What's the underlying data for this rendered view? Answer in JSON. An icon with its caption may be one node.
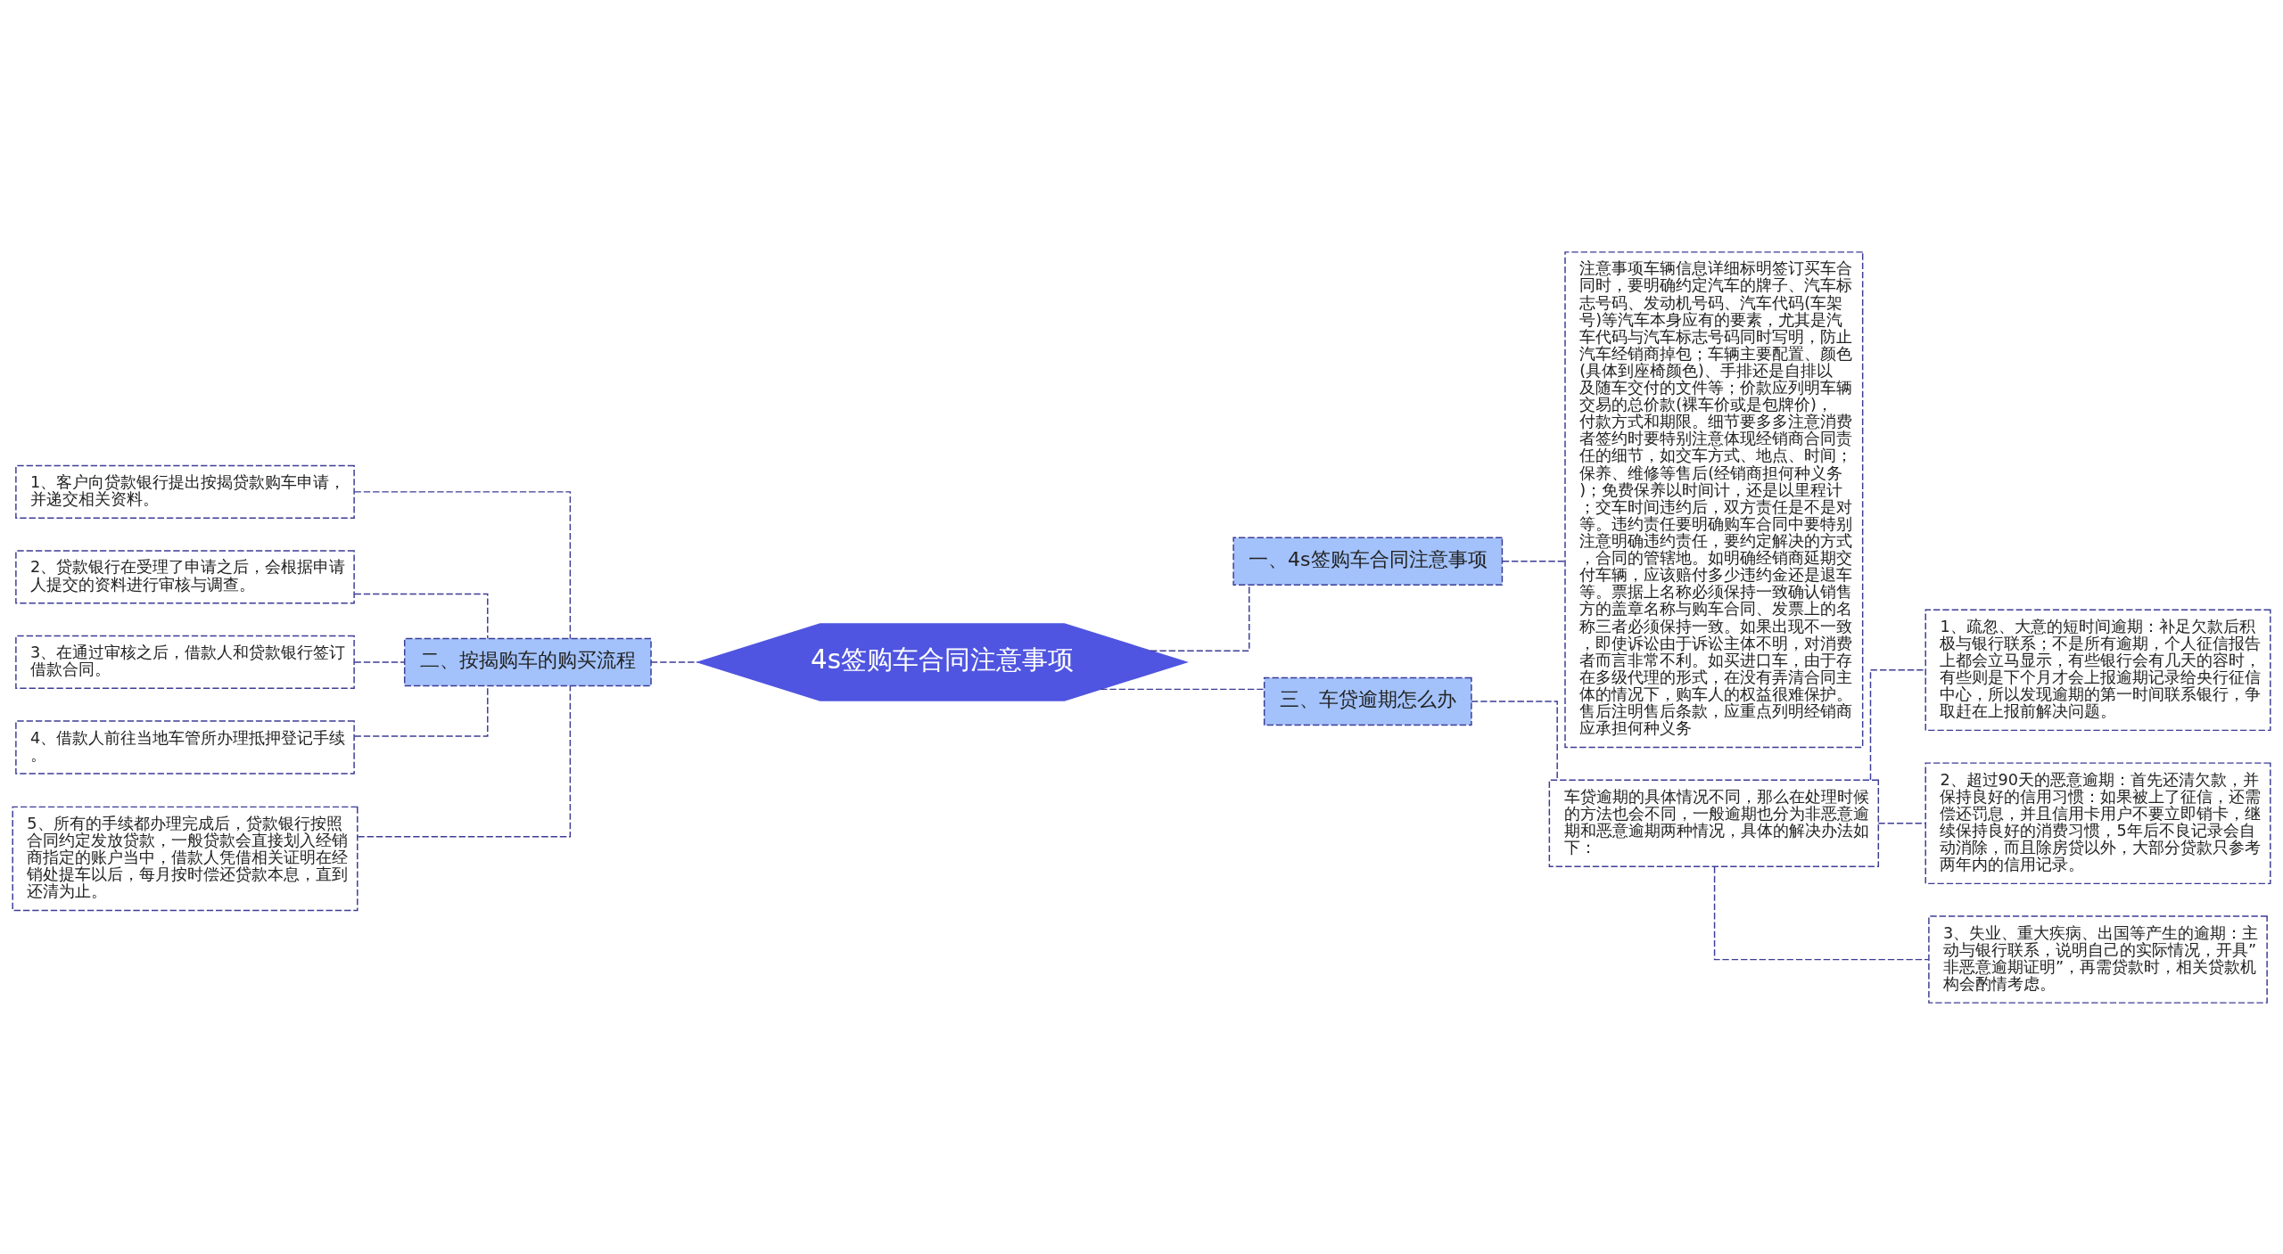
{
  "diagram": {
    "nodes": [
      {
        "text": [
          "4s签购车合同注意事项"
        ]
      },
      {
        "text": [
          "一、4s签购车合同注意事项"
        ]
      },
      {
        "text": [
          "注意事项车辆信息详细标明签订买车合同时，要明确约定汽车的牌子、汽车标志号码、发动机号码、汽车代码(车架号)等汽车本身应有的要素，尤其是汽车代码与汽车标志号码同时写明，防止汽车经销商掉包；车辆主要配置、颜色(具体到座椅颜色)、手排还是自排以及随车交付的文件等；价款应列明车辆交易的总价款(裸车价或是包牌价)，付款方式和期限。细节要多多注意消费者签约时要特别注意体现经销商合同责任的细节，如交车方式、地点、时间；保养、维修等售后(经销商担何种义务)；免费保养以时间计，还是以里程计；交车时间违约后，双方责任是不是对等。违约责任要明确购车合同中要特别注意明确违约责任，要约定解决的方式，合同的管辖地。如明确经销商延期交付车辆，应该赔付多少违约金还是退车等。票据上名称必须保持一致确认销售方的盖章名称与购车合同、发票上的名称三者必须保持一致。如果出现不一致，即使诉讼由于诉讼主体不明，对消费者而言非常不利。如买进口车，由于存在多级代理的形式，在没有弄清合同主体的情况下，购车人的权益很难保护。售后注明售后条款，应重点列明经销商应承担何种义务"
        ]
      },
      {
        "text": [
          "二、按揭购车的购买流程"
        ]
      },
      {
        "text": [
          "1、客户向贷款银行提出按揭贷款购车申请，并递交相关资料。"
        ]
      },
      {
        "text": [
          "2、贷款银行在受理了申请之后，会根据申请人提交的资料进行审核与调查。"
        ]
      },
      {
        "text": [
          "3、在通过审核之后，借款人和贷款银行签订借款合同。"
        ]
      },
      {
        "text": [
          "4、借款人前往当地车管所办理抵押登记手续。"
        ]
      },
      {
        "text": [
          "5、所有的手续都办理完成后，贷款银行按照合同约定发放贷款，一般贷款会直接划入经销商指定的账户当中，借款人凭借相关证明在经销处提车以后，每月按时偿还贷款本息，直到还清为止。"
        ]
      },
      {
        "text": [
          "三、车贷逾期怎么办"
        ]
      },
      {
        "text": [
          "车贷逾期的具体情况不同，那么在处理时候的方法也会不同，一般逾期也分为非恶意逾期和恶意逾期两种情况，具体的解决办法如下："
        ]
      },
      {
        "text": [
          "1、疏忽、大意的短时间逾期：补足欠款后积极与银行联系；不是所有逾期，个人征信报告上都会立马显示，有些银行会有几天的容时，有些则是下个月才会上报逾期记录给央行征信中心，所以发现逾期的第一时间联系银行，争取赶在上报前解决问题。"
        ]
      },
      {
        "text": [
          "2、超过90天的恶意逾期：首先还清欠款，并保持良好的信用习惯：如果被上了征信，还需偿还罚息，并且信用卡用户不要立即销卡，继续保持良好的消费习惯，5年后不良记录会自动消除，而且除房贷以外，大部分贷款只参考两年内的信用记录。"
        ]
      },
      {
        "text": [
          "3、失业、重大疾病、出国等产生的逾期：主动与银行联系，说明自己的实际情况，开具”非恶意逾期证明”，再需贷款时，相关贷款机构会酌情考虑。"
        ]
      }
    ],
    "edges": [
      {
        "from": 0,
        "to": 1,
        "arrow": "none",
        "style": "dashed"
      },
      {
        "from": 1,
        "to": 2,
        "arrow": "none",
        "style": "dashed"
      },
      {
        "from": 0,
        "to": 3,
        "arrow": "none",
        "style": "dashed"
      },
      {
        "from": 3,
        "to": 4,
        "arrow": "none",
        "style": "dashed"
      },
      {
        "from": 3,
        "to": 5,
        "arrow": "none",
        "style": "dashed"
      },
      {
        "from": 3,
        "to": 6,
        "arrow": "none",
        "style": "dashed"
      },
      {
        "from": 3,
        "to": 7,
        "arrow": "none",
        "style": "dashed"
      },
      {
        "from": 3,
        "to": 8,
        "arrow": "none",
        "style": "dashed"
      },
      {
        "from": 0,
        "to": 9,
        "arrow": "none",
        "style": "dashed"
      },
      {
        "from": 9,
        "to": 10,
        "arrow": "none",
        "style": "dashed"
      },
      {
        "from": 10,
        "to": 11,
        "arrow": "none",
        "style": "dashed"
      },
      {
        "from": 10,
        "to": 12,
        "arrow": "none",
        "style": "dashed"
      },
      {
        "from": 10,
        "to": 13,
        "arrow": "none",
        "style": "dashed"
      }
    ]
  }
}
